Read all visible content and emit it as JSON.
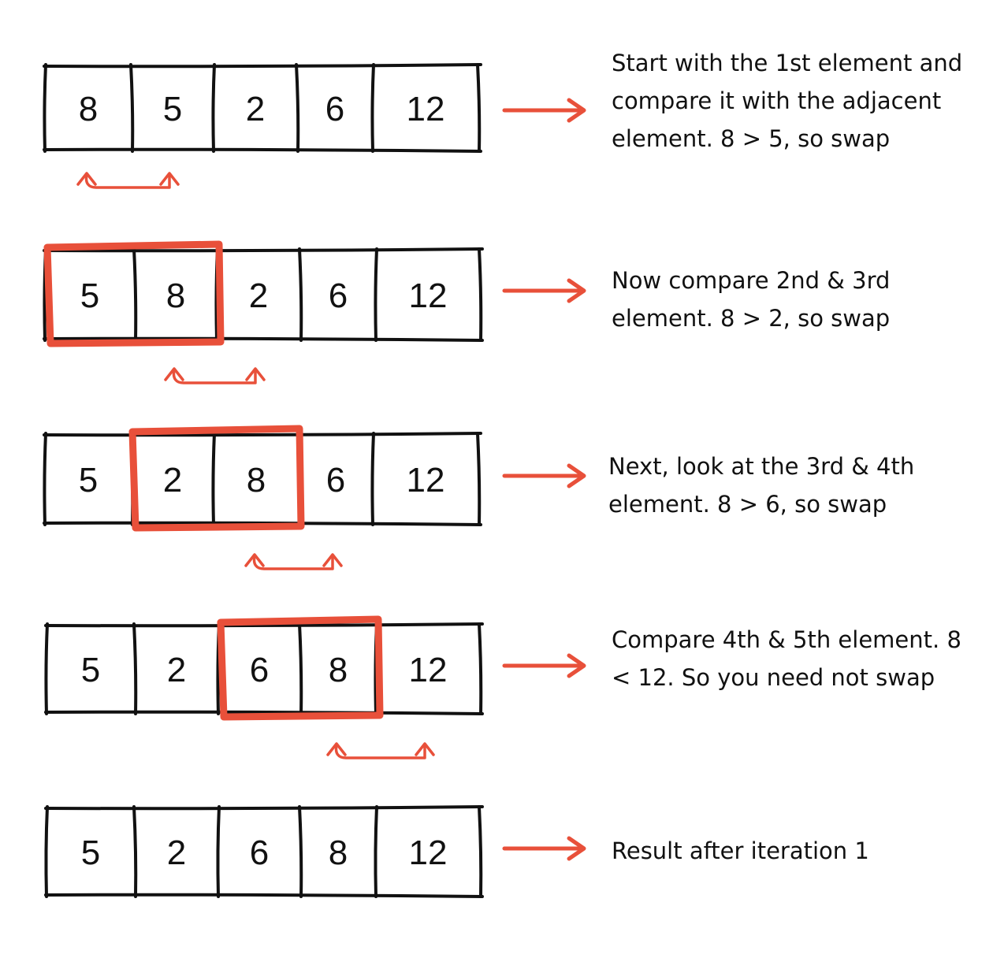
{
  "colors": {
    "ink": "#111111",
    "accent": "#e8503a"
  },
  "steps": [
    {
      "values": [
        "8",
        "5",
        "2",
        "6",
        "12"
      ],
      "highlight": null,
      "compare": [
        0,
        1
      ],
      "description": "Start with the 1st element and compare it with the adjacent element. 8 > 5, so swap"
    },
    {
      "values": [
        "5",
        "8",
        "2",
        "6",
        "12"
      ],
      "highlight": [
        0,
        1
      ],
      "compare": [
        1,
        2
      ],
      "description": "Now compare 2nd & 3rd element. 8 > 2, so swap"
    },
    {
      "values": [
        "5",
        "2",
        "8",
        "6",
        "12"
      ],
      "highlight": [
        1,
        2
      ],
      "compare": [
        2,
        3
      ],
      "description": "Next, look at the 3rd & 4th element. 8 > 6, so swap"
    },
    {
      "values": [
        "5",
        "2",
        "6",
        "8",
        "12"
      ],
      "highlight": [
        2,
        3
      ],
      "compare": [
        3,
        4
      ],
      "description": "Compare 4th & 5th element. 8 < 12. So you need not swap"
    },
    {
      "values": [
        "5",
        "2",
        "6",
        "8",
        "12"
      ],
      "highlight": null,
      "compare": null,
      "description": "Result after iteration 1"
    }
  ]
}
